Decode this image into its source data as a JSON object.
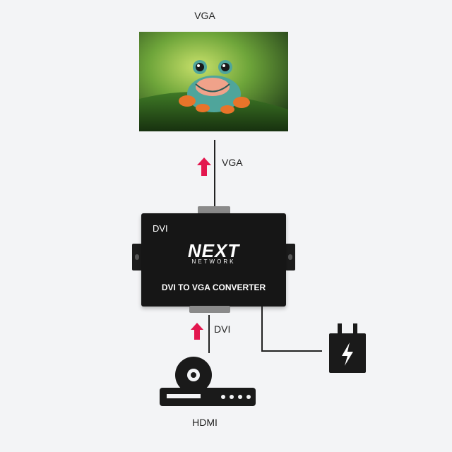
{
  "top_label": "VGA",
  "arrow_top_label": "VGA",
  "arrow_bottom_label": "DVI",
  "bottom_label": "HDMI",
  "device": {
    "port_label": "DVI",
    "brand": "NEXT",
    "brand_sub": "NETWORK",
    "name": "DVI TO VGA CONVERTER"
  },
  "colors": {
    "arrow": "#e3164e",
    "device_body": "#161616",
    "line": "#222222"
  },
  "icons": {
    "source": "dvd-player-icon",
    "power": "power-plug-icon",
    "display": "monitor-frog-image"
  }
}
